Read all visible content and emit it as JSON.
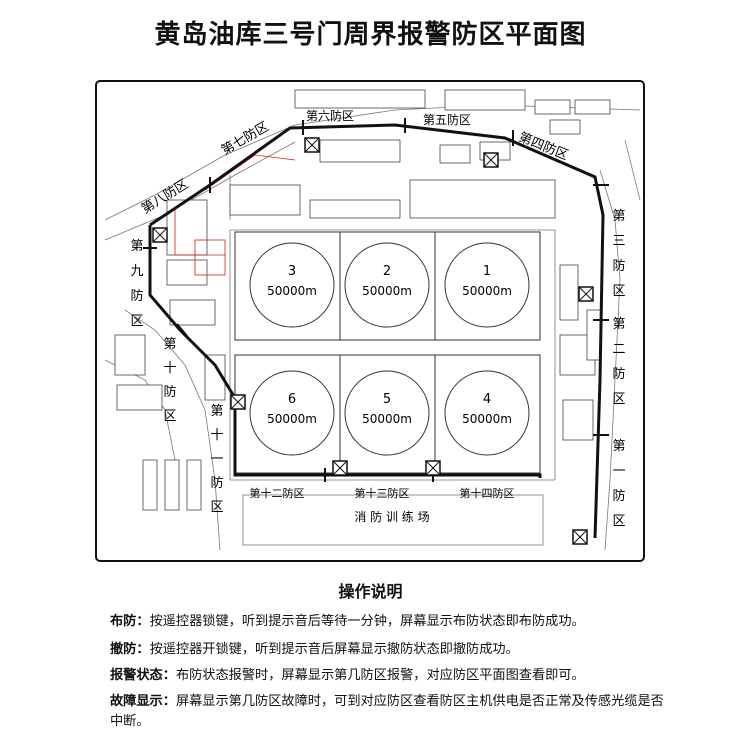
{
  "title": "黄岛油库三号门周界报警防区平面图",
  "zones": {
    "z1": [
      "第",
      "一",
      "防",
      "区"
    ],
    "z2": [
      "第",
      "二",
      "防",
      "区"
    ],
    "z3": [
      "第",
      "三",
      "防",
      "区"
    ],
    "z4": "第四防区",
    "z5": "第五防区",
    "z6": "第六防区",
    "z7": "第七防区",
    "z8": "第八防区",
    "z9": [
      "第",
      "九",
      "防",
      "区"
    ],
    "z10": [
      "第",
      "十",
      "防",
      "区"
    ],
    "z11": [
      "第",
      "十",
      "一",
      "防",
      "区"
    ],
    "z12": "第十二防区",
    "z13": "第十三防区",
    "z14": "第十四防区"
  },
  "tanks": [
    {
      "number": "3",
      "capacity": "50000m"
    },
    {
      "number": "2",
      "capacity": "50000m"
    },
    {
      "number": "1",
      "capacity": "50000m"
    },
    {
      "number": "6",
      "capacity": "50000m"
    },
    {
      "number": "5",
      "capacity": "50000m"
    },
    {
      "number": "4",
      "capacity": "50000m"
    }
  ],
  "training_ground": "消  防  训  练  场",
  "instructions": {
    "heading": "操作说明",
    "items": [
      {
        "label": "布防：",
        "text": "按遥控器锁键，听到提示音后等待一分钟，屏幕显示布防状态即布防成功。"
      },
      {
        "label": "撤防：",
        "text": "按遥控器开锁键，听到提示音后屏幕显示撤防状态即撤防成功。"
      },
      {
        "label": "报警状态：",
        "text": "布防状态报警时，屏幕显示第几防区报警，对应防区平面图查看即可。"
      },
      {
        "label": "故障显示：",
        "text": "屏幕显示第几防区故障时，可到对应防区查看防区主机供电是否正常及传感光缆是否中断。"
      }
    ]
  }
}
